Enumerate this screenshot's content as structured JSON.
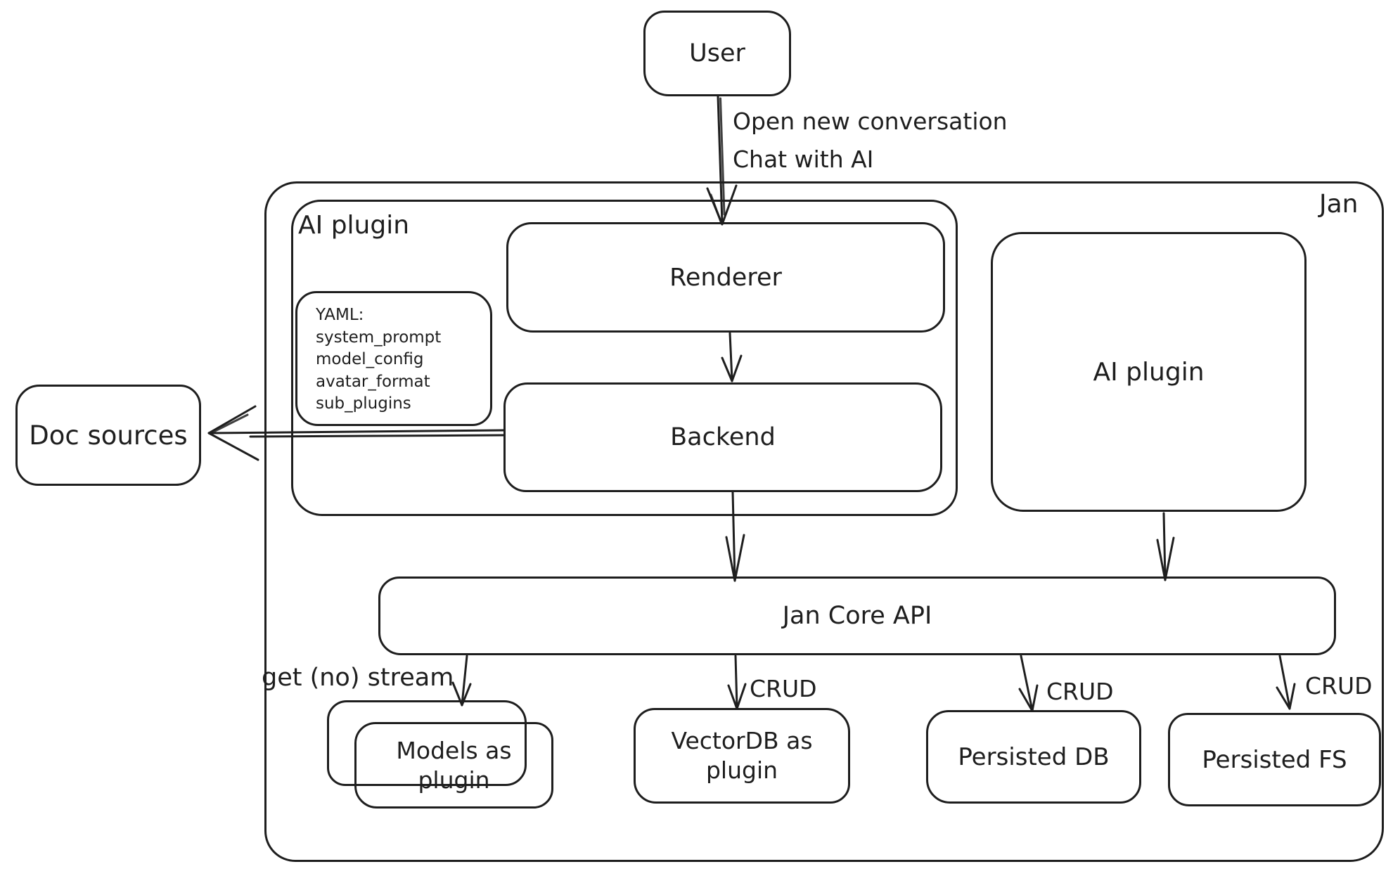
{
  "diagram": {
    "outer": {
      "label": "Jan"
    },
    "nodes": {
      "user": {
        "label": "User"
      },
      "ai_plugin_container": {
        "label": "AI plugin"
      },
      "renderer": {
        "label": "Renderer"
      },
      "yaml_note": {
        "lines": [
          "YAML:",
          "system_prompt",
          "model_config",
          "avatar_format",
          "sub_plugins"
        ]
      },
      "backend": {
        "label": "Backend"
      },
      "doc_sources": {
        "label": "Doc sources"
      },
      "ai_plugin_right": {
        "label": "AI plugin"
      },
      "jan_core_api": {
        "label": "Jan Core API"
      },
      "models_as_plugin": {
        "label": "Models as\nplugin"
      },
      "vectordb_as_plugin": {
        "label": "VectorDB as\nplugin"
      },
      "persisted_db": {
        "label": "Persisted DB"
      },
      "persisted_fs": {
        "label": "Persisted FS"
      }
    },
    "edge_labels": {
      "user_flow": "Open new conversation\nChat with AI",
      "get_no_stream": "get (no) stream",
      "crud_vectordb": "CRUD",
      "crud_persisted_db": "CRUD",
      "crud_persisted_fs": "CRUD"
    },
    "colors": {
      "stroke": "#1e1e1e",
      "background": "#ffffff"
    }
  }
}
